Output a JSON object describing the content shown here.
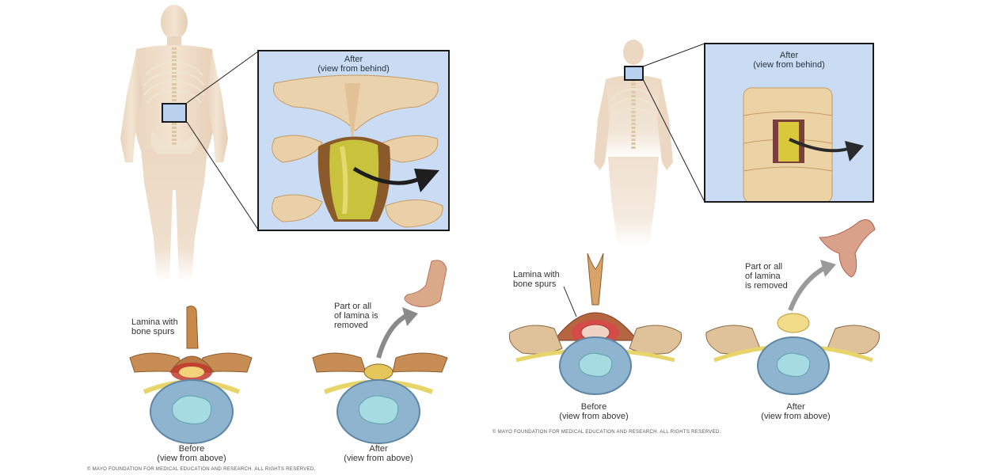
{
  "panels": [
    {
      "id": "lumbar",
      "inset": {
        "title_line1": "After",
        "title_line2": "(view from behind)"
      },
      "before": {
        "annotation_line1": "Lamina with",
        "annotation_line2": "bone spurs",
        "caption_line1": "Before",
        "caption_line2": "(view from above)"
      },
      "after": {
        "annotation_line1": "Part or all",
        "annotation_line2": "of lamina is",
        "annotation_line3": "removed",
        "caption_line1": "After",
        "caption_line2": "(view from above)"
      },
      "copyright": "© MAYO FOUNDATION FOR MEDICAL EDUCATION AND RESEARCH. ALL RIGHTS RESERVED."
    },
    {
      "id": "cervical",
      "inset": {
        "title_line1": "After",
        "title_line2": "(view from behind)"
      },
      "before": {
        "annotation_line1": "Lamina with",
        "annotation_line2": "bone spurs",
        "caption_line1": "Before",
        "caption_line2": "(view from above)"
      },
      "after": {
        "annotation_line1": "Part or all",
        "annotation_line2": "of lamina",
        "annotation_line3": "is removed",
        "caption_line1": "After",
        "caption_line2": "(view from above)"
      },
      "copyright": "© MAYO FOUNDATION FOR MEDICAL EDUCATION AND RESEARCH. ALL RIGHTS RESERVED."
    }
  ],
  "colors": {
    "inset_bg": "#c9dcf3",
    "bone": "#e8c89a",
    "bone_dark": "#c08a50",
    "disc": "#8fb4cf",
    "nucleus": "#9fd3dc",
    "spur_red": "#c0392b",
    "nerve_yellow": "#e8d56a",
    "arrow_dark": "#2a2a2a",
    "arrow_gray": "#8a8a8a"
  }
}
